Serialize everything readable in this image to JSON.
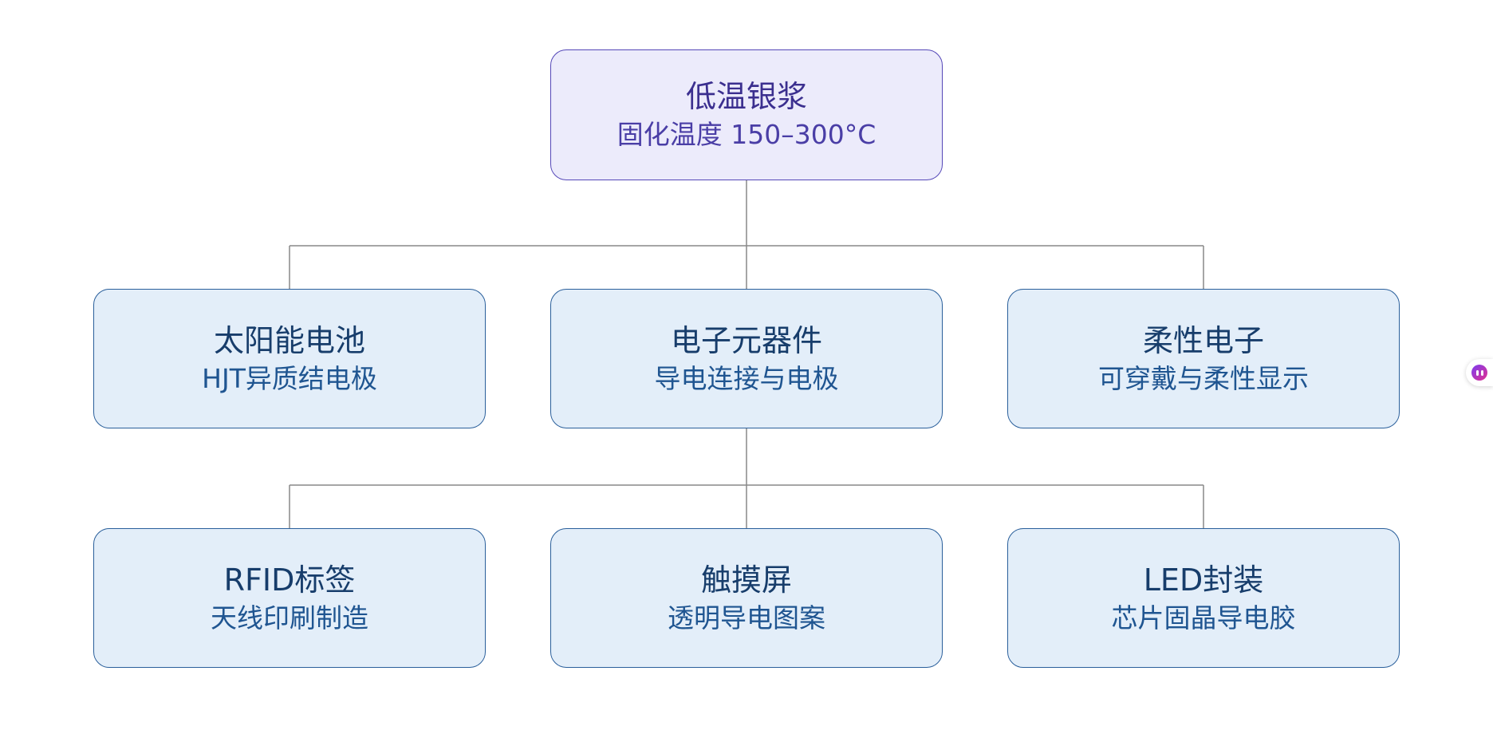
{
  "root": {
    "title": "低温银浆",
    "subtitle": "固化温度 150–300°C"
  },
  "level1": [
    {
      "title": "太阳能电池",
      "subtitle": "HJT异质结电极"
    },
    {
      "title": "电子元器件",
      "subtitle": "导电连接与电极"
    },
    {
      "title": "柔性电子",
      "subtitle": "可穿戴与柔性显示"
    }
  ],
  "level2": [
    {
      "title": "RFID标签",
      "subtitle": "天线印刷制造"
    },
    {
      "title": "触摸屏",
      "subtitle": "透明导电图案"
    },
    {
      "title": "LED封装",
      "subtitle": "芯片固晶导电胶"
    }
  ],
  "colors": {
    "root_fill": "#ecebfb",
    "root_border": "#5548b8",
    "child_fill": "#e3eef9",
    "child_border": "#2a5f9b",
    "connector": "#888888"
  },
  "icons": {
    "floating_assistant": "assistant-bubble-icon"
  }
}
